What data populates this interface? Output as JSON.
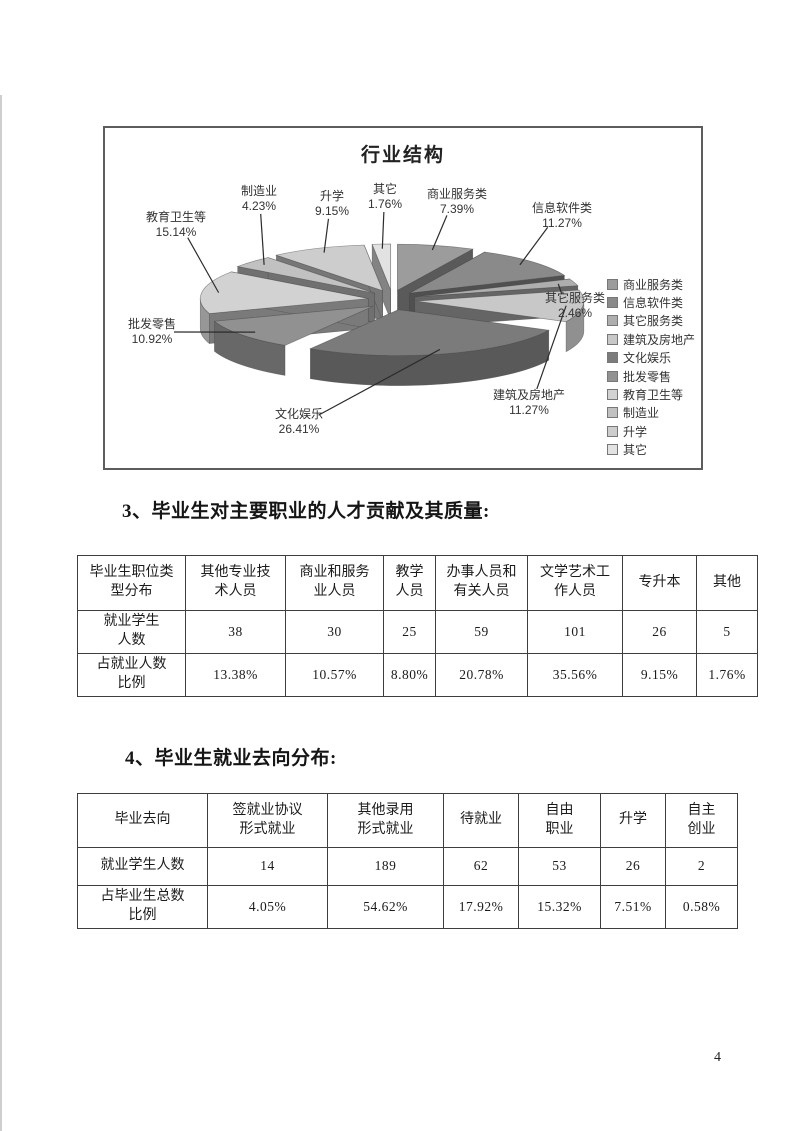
{
  "page": {
    "number": "4"
  },
  "chart_data": {
    "type": "pie",
    "variant": "3d-exploded",
    "title": "行业结构",
    "categories": [
      "商业服务类",
      "信息软件类",
      "其它服务类",
      "建筑及房地产",
      "文化娱乐",
      "批发零售",
      "教育卫生等",
      "制造业",
      "升学",
      "其它"
    ],
    "values": [
      7.39,
      11.27,
      2.46,
      11.27,
      26.41,
      10.92,
      15.14,
      4.23,
      9.15,
      1.76
    ],
    "unit": "%",
    "legend_position": "right",
    "grid": false,
    "colors": [
      "#9c9c9c",
      "#8a8a8a",
      "#aeaeae",
      "#c8c8c8",
      "#7b7b7b",
      "#919191",
      "#d2d2d2",
      "#c1c1c1",
      "#cdcdcd",
      "#e2e2e2"
    ],
    "label_positions": [
      [
        352,
        74
      ],
      [
        457,
        88
      ],
      [
        470,
        178
      ],
      [
        424,
        275
      ],
      [
        194,
        294
      ],
      [
        47,
        204
      ],
      [
        71,
        97
      ],
      [
        154,
        71
      ],
      [
        227,
        76
      ],
      [
        280,
        69
      ]
    ]
  },
  "section3": {
    "heading": "3、毕业生对主要职业的人才贡献及其质量:",
    "table": {
      "header": [
        "毕业生职位类\n型分布",
        "其他专业技\n术人员",
        "商业和服务\n业人员",
        "教学\n人员",
        "办事人员和\n有关人员",
        "文学艺术工\n作人员",
        "专升本",
        "其他"
      ],
      "rows": [
        [
          "就业学生\n人数",
          "38",
          "30",
          "25",
          "59",
          "101",
          "26",
          "5"
        ],
        [
          "占就业人数\n比例",
          "13.38%",
          "10.57%",
          "8.80%",
          "20.78%",
          "35.56%",
          "9.15%",
          "1.76%"
        ]
      ]
    }
  },
  "section4": {
    "heading": "4、毕业生就业去向分布:",
    "table": {
      "header": [
        "毕业去向",
        "签就业协议\n形式就业",
        "其他录用\n形式就业",
        "待就业",
        "自由\n职业",
        "升学",
        "自主\n创业"
      ],
      "rows": [
        [
          "就业学生人数",
          "14",
          "189",
          "62",
          "53",
          "26",
          "2"
        ],
        [
          "占毕业生总数\n比例",
          "4.05%",
          "54.62%",
          "17.92%",
          "15.32%",
          "7.51%",
          "0.58%"
        ]
      ]
    }
  }
}
